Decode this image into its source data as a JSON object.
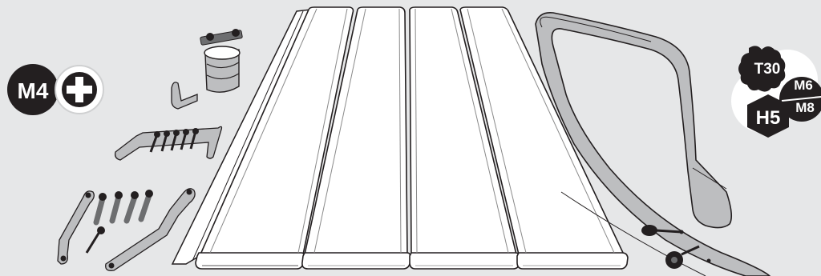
{
  "badges": {
    "bolt_size": "M4",
    "driver_icon": "phillips-icon",
    "torx_bit": "T30",
    "hex_key": "H5",
    "metric_top": "M6",
    "metric_bottom": "M8"
  },
  "colors": {
    "background": "#e6e7e8",
    "badge_dark": "#231f20",
    "slat_fill": "#ffffff",
    "outline": "#231f20"
  }
}
